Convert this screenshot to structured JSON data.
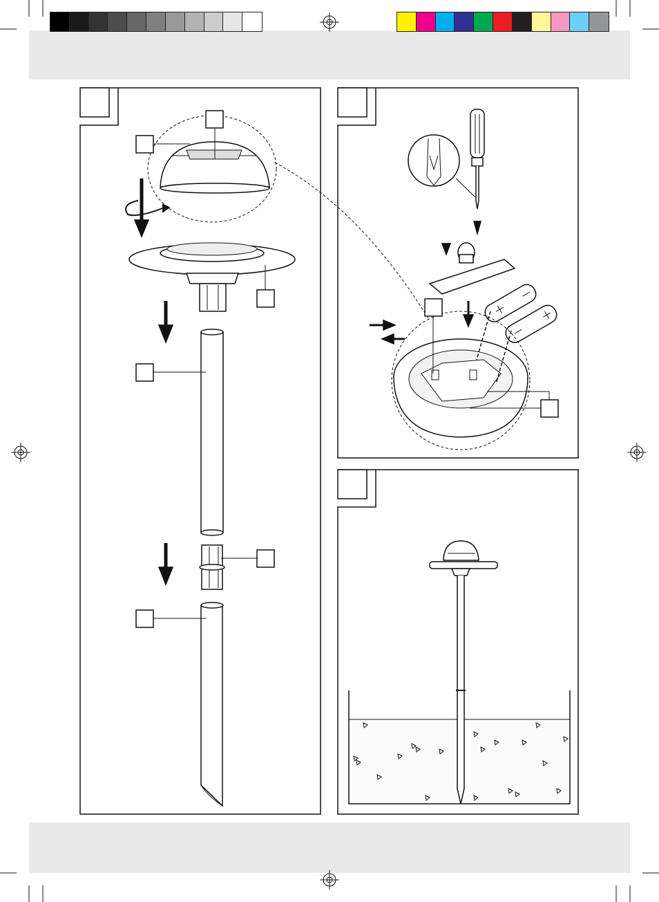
{
  "print_marks": {
    "gray_swatches": [
      "#000000",
      "#1a1a1a",
      "#333333",
      "#4d4d4d",
      "#666666",
      "#808080",
      "#999999",
      "#b3b3b3",
      "#cccccc",
      "#e6e6e6",
      "#ffffff"
    ],
    "color_swatches": [
      "#fff200",
      "#ec008c",
      "#00aeef",
      "#2e3192",
      "#00a651",
      "#ed1c24",
      "#231f20",
      "#fff799",
      "#f49ac1",
      "#6dcff6",
      "#939598"
    ]
  },
  "figures": [
    {
      "id": "fig-1",
      "title": "",
      "callouts": [
        "",
        "",
        "",
        "",
        "",
        ""
      ]
    },
    {
      "id": "fig-2",
      "title": "",
      "callouts": [
        "",
        ""
      ]
    },
    {
      "id": "fig-3",
      "title": ""
    }
  ]
}
